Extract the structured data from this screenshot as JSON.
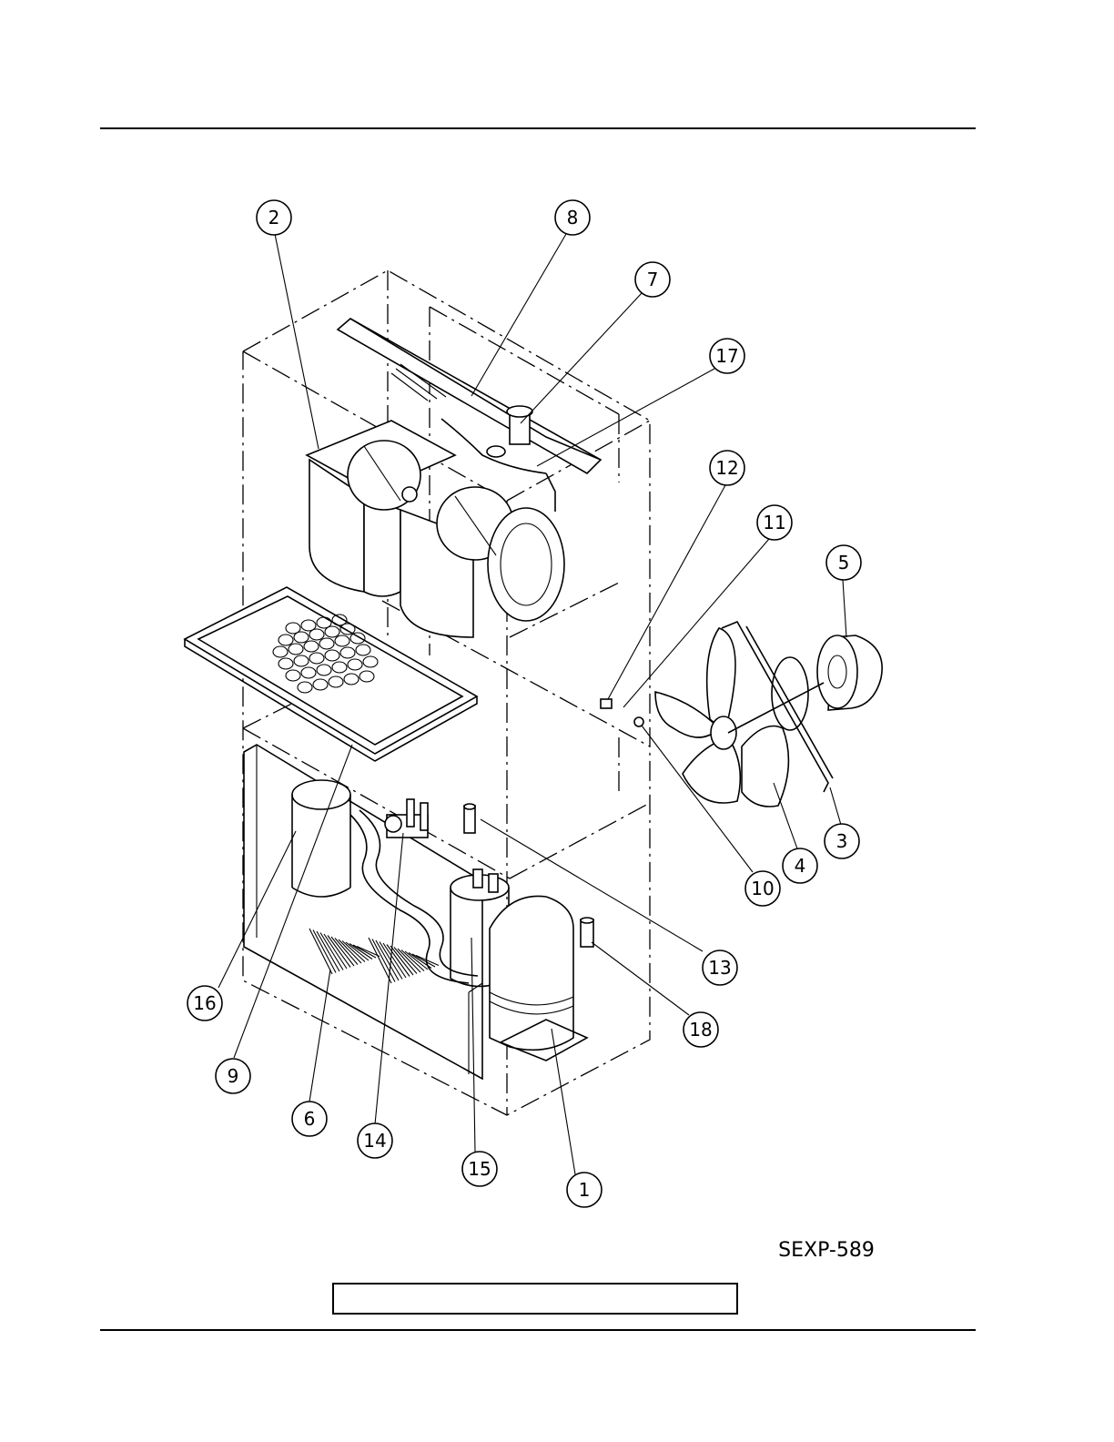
{
  "drawing_ref": "SEXP-589",
  "caption_box_text": "",
  "callouts": [
    {
      "id": "callout-1",
      "label": "1"
    },
    {
      "id": "callout-2",
      "label": "2"
    },
    {
      "id": "callout-3",
      "label": "3"
    },
    {
      "id": "callout-4",
      "label": "4"
    },
    {
      "id": "callout-5",
      "label": "5"
    },
    {
      "id": "callout-6",
      "label": "6"
    },
    {
      "id": "callout-7",
      "label": "7"
    },
    {
      "id": "callout-8",
      "label": "8"
    },
    {
      "id": "callout-9",
      "label": "9"
    },
    {
      "id": "callout-10",
      "label": "10"
    },
    {
      "id": "callout-11",
      "label": "11"
    },
    {
      "id": "callout-12",
      "label": "12"
    },
    {
      "id": "callout-13",
      "label": "13"
    },
    {
      "id": "callout-14",
      "label": "14"
    },
    {
      "id": "callout-15",
      "label": "15"
    },
    {
      "id": "callout-16",
      "label": "16"
    },
    {
      "id": "callout-17",
      "label": "17"
    },
    {
      "id": "callout-18",
      "label": "18"
    }
  ]
}
